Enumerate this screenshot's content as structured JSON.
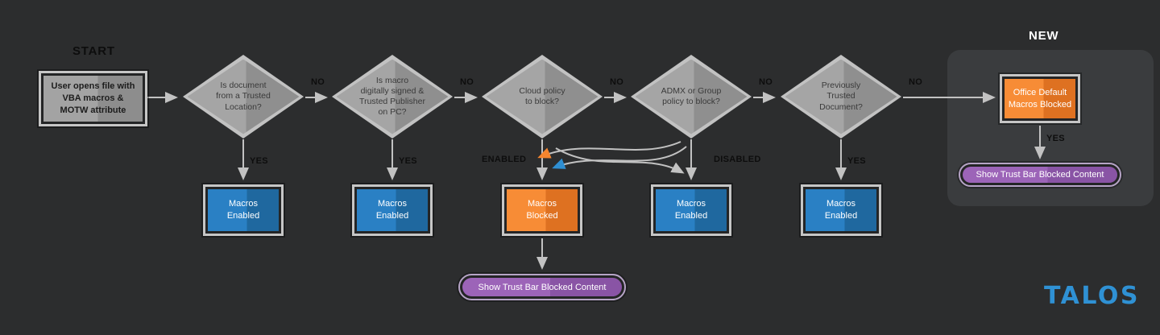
{
  "background": "#2c2d2e",
  "accent": {
    "blue_node": "#2a80c4",
    "orange_node": "#f78c36",
    "purple_node": "#9c64b8",
    "gray_node": "#a5a5a5",
    "arrow": "#c2c2c2",
    "talos_blue": "#2f91d4"
  },
  "labels": {
    "start": "START",
    "new": "NEW",
    "no": "NO",
    "yes": "YES",
    "enabled": "ENABLED",
    "disabled": "DISABLED"
  },
  "nodes": {
    "start_box": "User opens file with\nVBA macros &\nMOTW attribute",
    "d1": "Is document\nfrom a Trusted\nLocation?",
    "d2": "Is macro\ndigitally signed &\nTrusted Publisher\non PC?",
    "d3": "Cloud policy\nto block?",
    "d4": "ADMX or Group\npolicy to block?",
    "d5": "Previously\nTrusted\nDocument?",
    "macros_enabled": "Macros\nEnabled",
    "macros_blocked": "Macros\nBlocked",
    "office_default": "Office Default\nMacros Blocked",
    "trust_bar": "Show Trust Bar Blocked Content"
  },
  "logo": "TALOS"
}
